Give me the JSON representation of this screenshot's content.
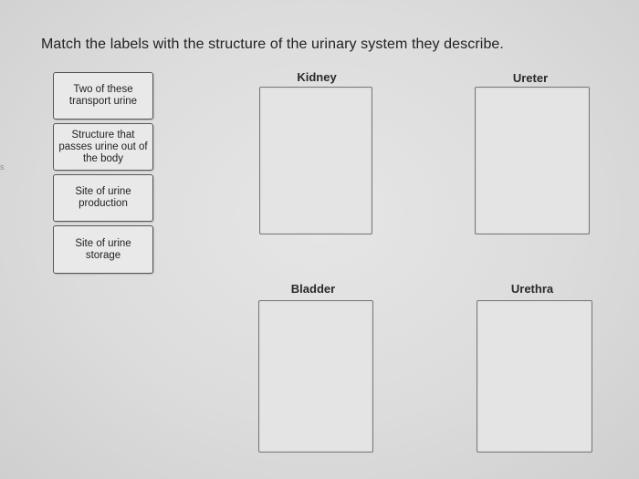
{
  "instructions": "Match the labels with the structure of the urinary system they describe.",
  "edge_mark": "s",
  "labels": [
    {
      "text": "Two of these transport urine"
    },
    {
      "text": "Structure that passes urine out of the body"
    },
    {
      "text": "Site of urine production"
    },
    {
      "text": "Site of urine storage"
    }
  ],
  "targets": [
    {
      "title": "Kidney"
    },
    {
      "title": "Ureter"
    },
    {
      "title": "Bladder"
    },
    {
      "title": "Urethra"
    }
  ]
}
